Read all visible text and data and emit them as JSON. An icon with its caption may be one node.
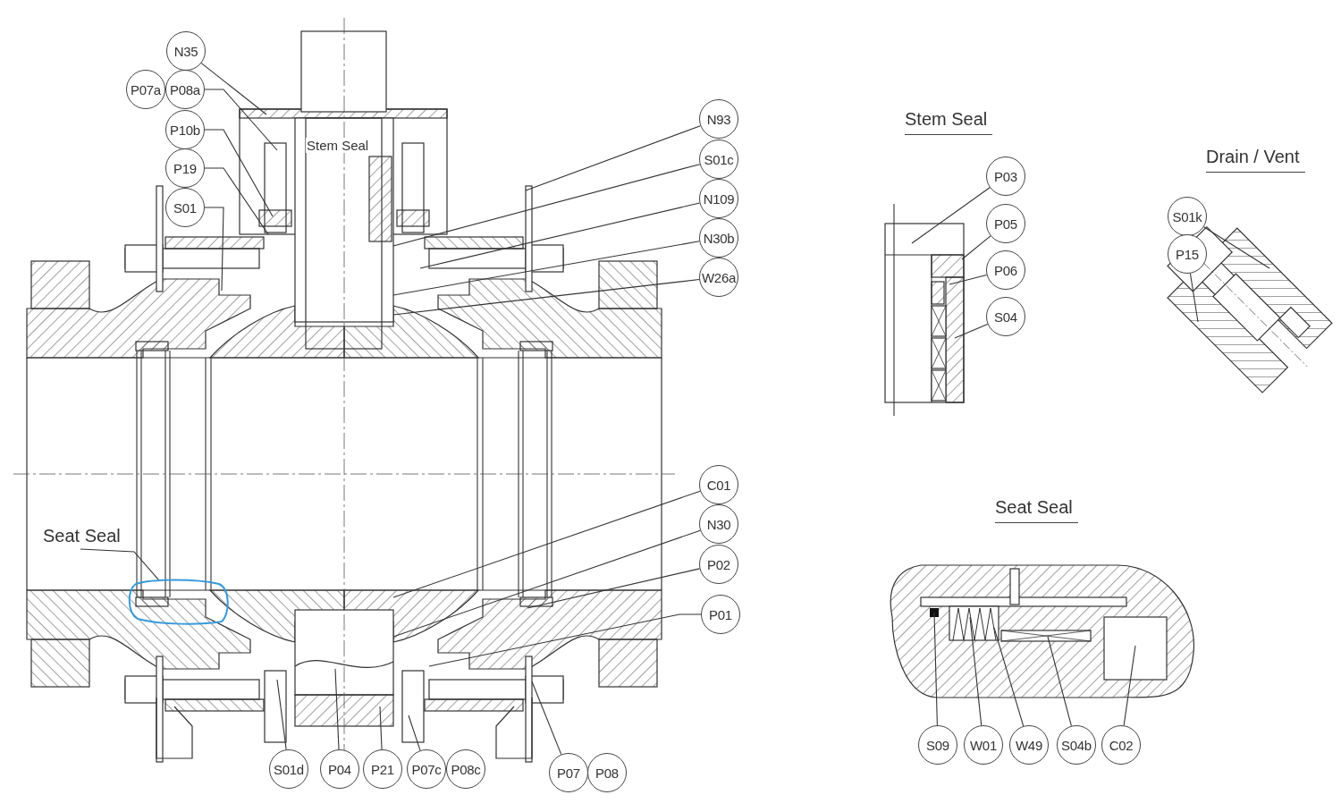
{
  "diagram": {
    "nodes": [
      {
        "text": [
          "N35"
        ]
      },
      {
        "text": [
          "P07a"
        ]
      },
      {
        "text": [
          "P08a"
        ]
      },
      {
        "text": [
          "P10b"
        ]
      },
      {
        "text": [
          "P19"
        ]
      },
      {
        "text": [
          "S01"
        ]
      },
      {
        "text": [
          "N93"
        ]
      },
      {
        "text": [
          "S01c"
        ]
      },
      {
        "text": [
          "N109"
        ]
      },
      {
        "text": [
          "N30b"
        ]
      },
      {
        "text": [
          "W26a"
        ]
      },
      {
        "text": [
          "C01"
        ]
      },
      {
        "text": [
          "N30"
        ]
      },
      {
        "text": [
          "P02"
        ]
      },
      {
        "text": [
          "P01"
        ]
      },
      {
        "text": [
          "S01d"
        ]
      },
      {
        "text": [
          "P04"
        ]
      },
      {
        "text": [
          "P21"
        ]
      },
      {
        "text": [
          "P07c"
        ]
      },
      {
        "text": [
          "P08c"
        ]
      },
      {
        "text": [
          "P07"
        ]
      },
      {
        "text": [
          "P08"
        ]
      },
      {
        "text": [
          "Seat Seal"
        ]
      },
      {
        "text": [],
        "shape": "ellipse"
      },
      {
        "text": [
          "P03"
        ]
      },
      {
        "text": [
          "P05"
        ]
      },
      {
        "text": [
          "P06"
        ]
      },
      {
        "text": [
          "S04"
        ]
      },
      {
        "text": [
          "S01k"
        ]
      },
      {
        "text": [
          "P15"
        ]
      },
      {
        "text": [
          "S09"
        ]
      },
      {
        "text": [
          "W01"
        ]
      },
      {
        "text": [
          "W49"
        ]
      },
      {
        "text": [
          "S04b"
        ]
      },
      {
        "text": [
          "C02"
        ]
      }
    ],
    "edges": [
      {
        "from": 0,
        "to": null,
        "arrow": "none"
      },
      {
        "from": 2,
        "to": null,
        "arrow": "none"
      },
      {
        "from": 3,
        "to": null,
        "arrow": "none"
      },
      {
        "from": 4,
        "to": null,
        "arrow": "none"
      },
      {
        "from": 5,
        "to": null,
        "arrow": "none"
      },
      {
        "from": 6,
        "to": null,
        "arrow": "none"
      },
      {
        "from": 7,
        "to": null,
        "arrow": "none"
      },
      {
        "from": 8,
        "to": null,
        "arrow": "none"
      },
      {
        "from": 9,
        "to": null,
        "arrow": "none"
      },
      {
        "from": 10,
        "to": null,
        "arrow": "none"
      },
      {
        "from": 11,
        "to": null,
        "arrow": "none"
      },
      {
        "from": 12,
        "to": null,
        "arrow": "none"
      },
      {
        "from": 13,
        "to": null,
        "arrow": "none"
      },
      {
        "from": 14,
        "to": null,
        "arrow": "none"
      },
      {
        "from": 15,
        "to": null,
        "arrow": "none"
      },
      {
        "from": 16,
        "to": null,
        "arrow": "none"
      },
      {
        "from": 17,
        "to": null,
        "arrow": "none"
      },
      {
        "from": 18,
        "to": null,
        "arrow": "none"
      },
      {
        "from": 20,
        "to": null,
        "arrow": "none"
      },
      {
        "from": 22,
        "to": 23,
        "arrow": "none"
      },
      {
        "from": 24,
        "to": null,
        "arrow": "none"
      },
      {
        "from": 25,
        "to": null,
        "arrow": "none"
      },
      {
        "from": 26,
        "to": null,
        "arrow": "none"
      },
      {
        "from": 27,
        "to": null,
        "arrow": "none"
      },
      {
        "from": 28,
        "to": null,
        "arrow": "none"
      },
      {
        "from": 29,
        "to": null,
        "arrow": "none"
      },
      {
        "from": 30,
        "to": null,
        "arrow": "none"
      },
      {
        "from": 31,
        "to": null,
        "arrow": "none"
      },
      {
        "from": 32,
        "to": null,
        "arrow": "none"
      },
      {
        "from": 33,
        "to": null,
        "arrow": "none"
      },
      {
        "from": 34,
        "to": null,
        "arrow": "none"
      }
    ],
    "labels": [
      "Stem Seal",
      "Stem Seal",
      "Drain / Vent",
      "Seat Seal"
    ]
  }
}
